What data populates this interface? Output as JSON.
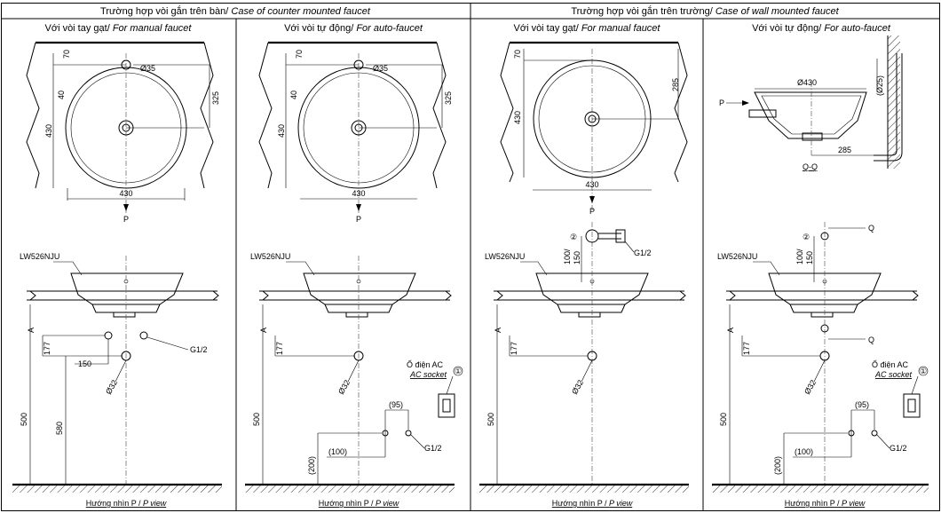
{
  "sections": [
    {
      "title_vi": "Trường hợp vòi gắn trên bàn/ ",
      "title_en": "Case of counter mounted faucet"
    },
    {
      "title_vi": "Trường hợp vòi gắn trên trường/ ",
      "title_en": "Case of wall mounted faucet"
    }
  ],
  "panels": [
    {
      "sub_vi": "Với vòi tay gạt/ ",
      "sub_en": "For manual faucet"
    },
    {
      "sub_vi": "Với vòi tự động/ ",
      "sub_en": "For auto-faucet"
    },
    {
      "sub_vi": "Với vòi tay gạt/ ",
      "sub_en": "For manual faucet"
    },
    {
      "sub_vi": "Với vòi tự động/ ",
      "sub_en": "For auto-faucet"
    }
  ],
  "model": "LW526NJU",
  "view_label_vi": "Hướng nhìn P / ",
  "view_label_en": "P view",
  "ac_socket_vi": "Ổ điện AC",
  "ac_socket_en": "AC socket",
  "callout_1": "①",
  "callout_2": "②",
  "labels": {
    "p": "P",
    "q": "Q",
    "a": "A",
    "qq": "Q-Q",
    "g12": "G1/2"
  },
  "dims": {
    "d35": "Ø35",
    "d32": "Ø32",
    "d25": "(Ø25)",
    "d430c": "Ø430",
    "w430": "430",
    "h430": "430",
    "h40": "40",
    "h70": "70",
    "h325": "325",
    "h285": "285",
    "h177": "177",
    "h500": "500",
    "h580": "580",
    "w150": "150",
    "w95": "(95)",
    "w100": "(100)",
    "h200": "(200)",
    "faucet_h": "100/ ②\n150",
    "fh_a": "100/",
    "fh_b": "150",
    "w285": "285"
  }
}
